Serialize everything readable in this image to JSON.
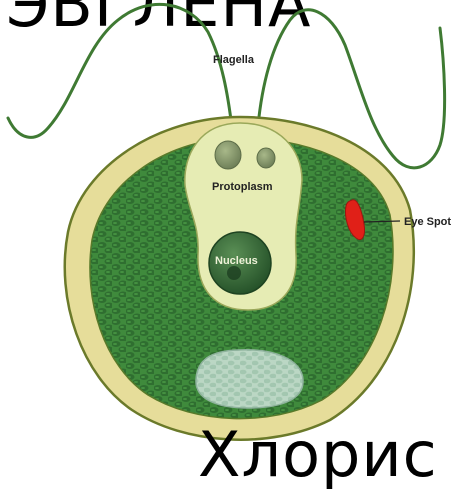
{
  "page_title_top": "ЭВГЛЕНА",
  "page_title_bottom": "Хлорис",
  "diagram": {
    "labels": {
      "flagella": "Flagella",
      "protoplasm": "Protoplasm",
      "nucleus": "Nucleus",
      "eye_spot": "Eye Spot"
    },
    "colors": {
      "outer_membrane": "#e6dd9a",
      "outline": "#6b7a2a",
      "cytoplasm_green": "#3f8a3c",
      "chloroplast_dark": "#2f6e30",
      "protoplasm_light": "#e6ecb4",
      "nucleus": "#2e6b34",
      "eye_spot": "#e02018",
      "vacuole": "#bcd8c8",
      "flagellum": "#3f7a33"
    }
  }
}
